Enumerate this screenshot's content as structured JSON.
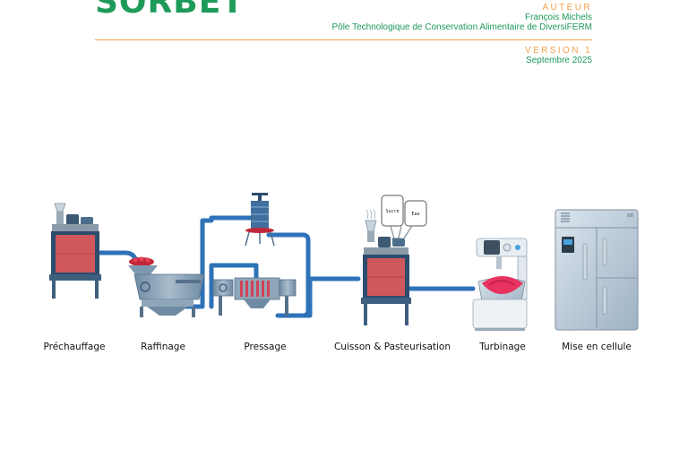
{
  "document": {
    "title": "SORBET",
    "author_label": "AUTEUR",
    "author_name": "François Michels",
    "organization": "Pôle Technologique de Conservation Alimentaire de DiversiFERM",
    "version_label": "VERSION 1",
    "date": "Septembre 2025"
  },
  "process": {
    "steps": [
      {
        "label": "Préchauffage"
      },
      {
        "label": "Raffinage"
      },
      {
        "label": "Pressage"
      },
      {
        "label": "Cuisson & Pasteurisation"
      },
      {
        "label": "Turbinage"
      },
      {
        "label": "Mise en cellule"
      }
    ],
    "ingredients": [
      "Sucre",
      "Eau"
    ]
  },
  "colors": {
    "accent_green": "#1e9a5a",
    "accent_orange": "#f2a24a",
    "pipe_blue": "#2e73b8",
    "tank_red": "#e05a5a",
    "sorbet_pink": "#e8325f"
  }
}
